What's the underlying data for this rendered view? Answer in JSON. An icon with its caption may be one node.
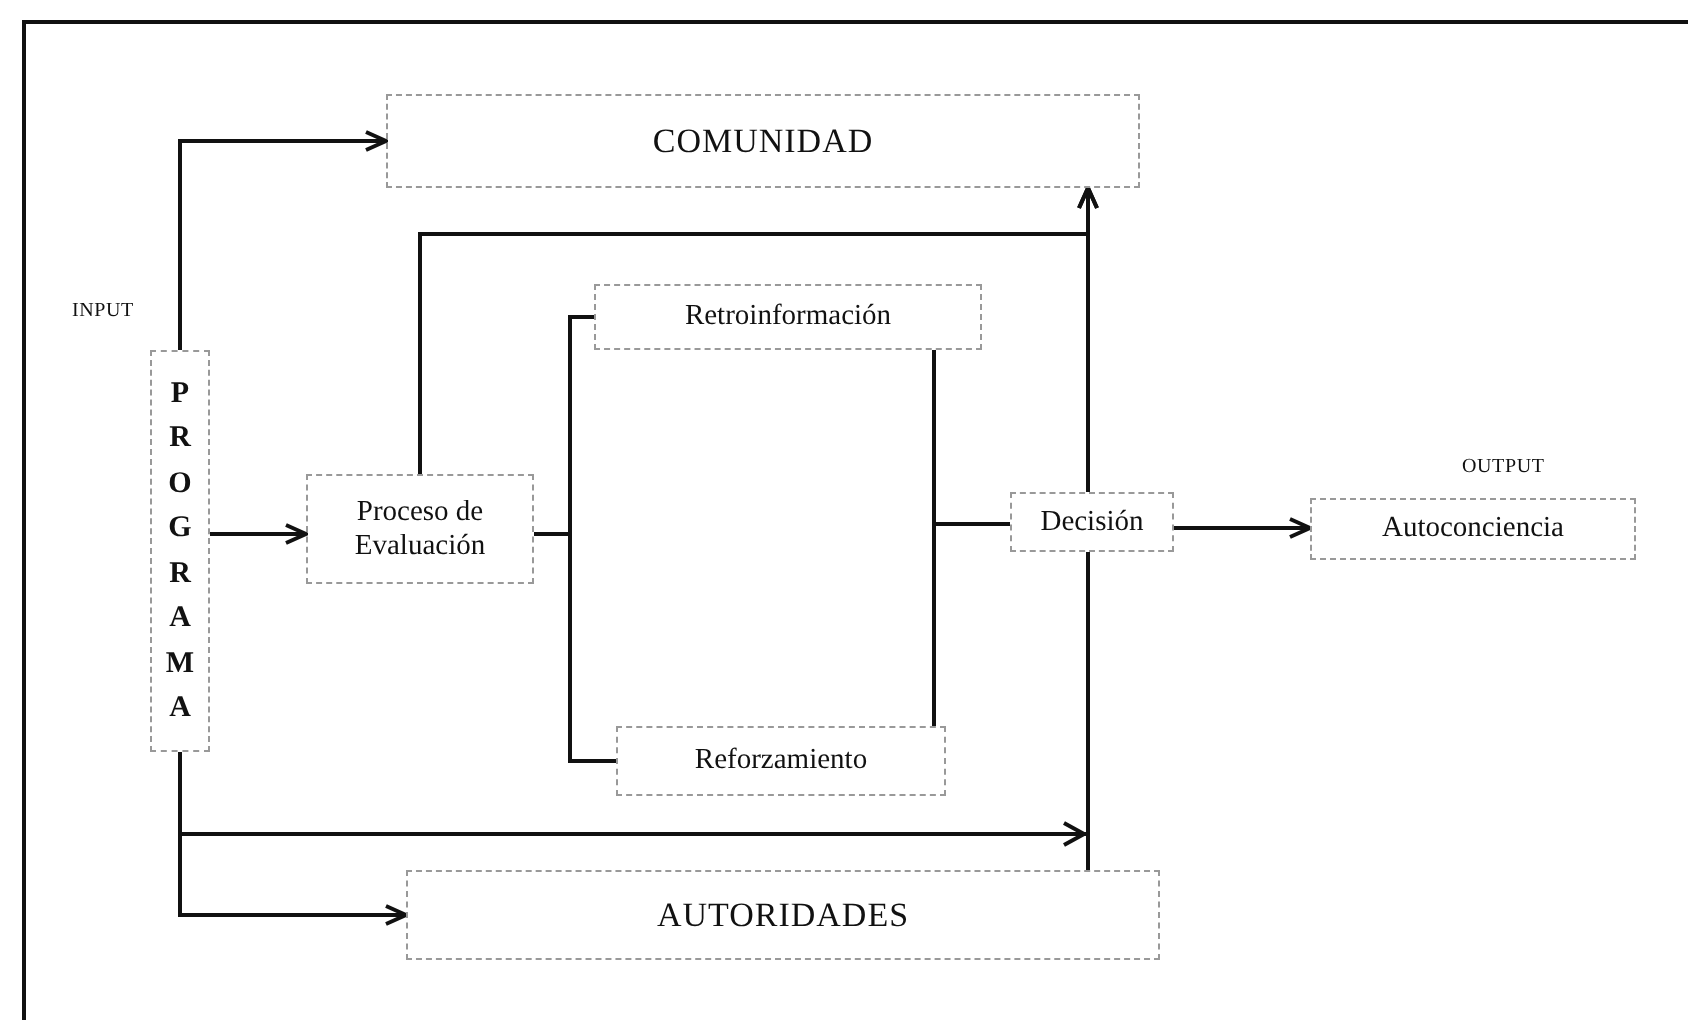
{
  "diagram": {
    "nodes": [
      {
        "text": [
          "COMUNIDAD"
        ]
      },
      {
        "text": [
          "PROGRAMA"
        ],
        "beside": [
          "INPUT"
        ]
      },
      {
        "text": [
          "Proceso de Evaluación"
        ]
      },
      {
        "text": [
          "Retroinformación"
        ]
      },
      {
        "text": [
          "Reforzamiento"
        ]
      },
      {
        "text": [
          "Decisión"
        ]
      },
      {
        "text": [
          "Autoconciencia"
        ],
        "beside": [
          "OUTPUT"
        ]
      },
      {
        "text": [
          "AUTORIDADES"
        ]
      }
    ],
    "edges": [
      {
        "from": 1,
        "to": 0,
        "arrow": "to"
      },
      {
        "from": 1,
        "to": 2,
        "arrow": "to"
      },
      {
        "from": 1,
        "to": 7,
        "arrow": "to"
      },
      {
        "from": 1,
        "to": 5,
        "arrow": "to"
      },
      {
        "from": 2,
        "to": 0,
        "arrow": "to"
      },
      {
        "from": 5,
        "to": 0,
        "arrow": "to"
      },
      {
        "from": 2,
        "to": 3,
        "arrow": "none"
      },
      {
        "from": 2,
        "to": 4,
        "arrow": "none"
      },
      {
        "from": 3,
        "to": 5,
        "arrow": "none"
      },
      {
        "from": 4,
        "to": 5,
        "arrow": "none"
      },
      {
        "from": 5,
        "to": 6,
        "arrow": "to"
      },
      {
        "from": 5,
        "to": 7,
        "arrow": "none"
      }
    ]
  }
}
